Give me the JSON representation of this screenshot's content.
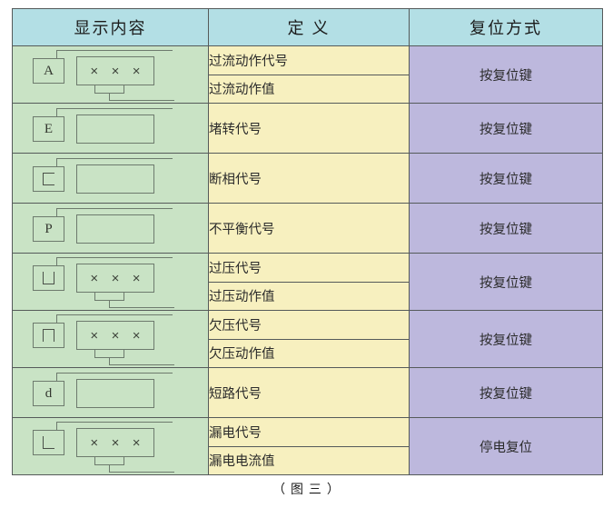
{
  "figure": {
    "caption": "（ 图 三 ）"
  },
  "colors": {
    "header_bg": "#b3dfe5",
    "display_col_bg": "#c9e3c5",
    "definition_col_bg": "#f7f0bf",
    "reset_col_bg": "#bdb8dd",
    "border": "#555a5a",
    "diagram_stroke": "#6d7a6d",
    "page_bg": "#ffffff"
  },
  "table": {
    "headers": {
      "display": "显示内容",
      "definition": "定 义",
      "reset": "复位方式"
    },
    "rows": [
      {
        "id": "overcurrent",
        "diagram": {
          "code_glyph": "A",
          "glyph_type": "letter",
          "value_digits": "× × ×",
          "has_value": true
        },
        "definitions": [
          "过流动作代号",
          "过流动作值"
        ],
        "reset": "按复位键"
      },
      {
        "id": "stall",
        "diagram": {
          "code_glyph": "E",
          "glyph_type": "letter",
          "value_digits": "",
          "has_value": false
        },
        "definitions": [
          "堵转代号"
        ],
        "reset": "按复位键"
      },
      {
        "id": "phase-loss",
        "diagram": {
          "code_glyph": "⊏",
          "glyph_type": "segment-open-right",
          "value_digits": "",
          "has_value": false
        },
        "definitions": [
          "断相代号"
        ],
        "reset": "按复位键"
      },
      {
        "id": "unbalance",
        "diagram": {
          "code_glyph": "P",
          "glyph_type": "letter",
          "value_digits": "",
          "has_value": false
        },
        "definitions": [
          "不平衡代号"
        ],
        "reset": "按复位键"
      },
      {
        "id": "overvoltage",
        "diagram": {
          "code_glyph": "⊔",
          "glyph_type": "segment-open-top",
          "value_digits": "× × ×",
          "has_value": true
        },
        "definitions": [
          "过压代号",
          "过压动作值"
        ],
        "reset": "按复位键"
      },
      {
        "id": "undervoltage",
        "diagram": {
          "code_glyph": "⊓",
          "glyph_type": "segment-open-bottom",
          "value_digits": "× × ×",
          "has_value": true
        },
        "definitions": [
          "欠压代号",
          "欠压动作值"
        ],
        "reset": "按复位键"
      },
      {
        "id": "short-circuit",
        "diagram": {
          "code_glyph": "d",
          "glyph_type": "letter",
          "value_digits": "",
          "has_value": false
        },
        "definitions": [
          "短路代号"
        ],
        "reset": "按复位键"
      },
      {
        "id": "earth-leakage",
        "diagram": {
          "code_glyph": "L",
          "glyph_type": "segment-l-shape",
          "value_digits": "× × ×",
          "has_value": true
        },
        "definitions": [
          "漏电代号",
          "漏电电流值"
        ],
        "reset": "停电复位"
      }
    ]
  }
}
